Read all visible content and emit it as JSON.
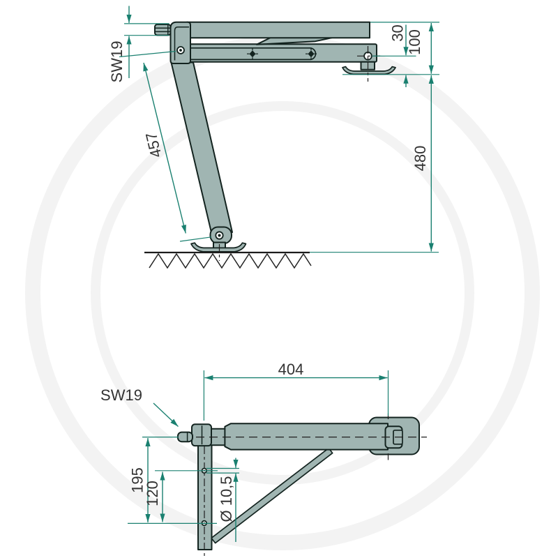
{
  "colors": {
    "background": "#ffffff",
    "part_fill": "#a0b5b2",
    "part_outline": "#13231f",
    "dimension": "#1a8070",
    "dim_text": "#333333",
    "centerline": "#1f1f1f",
    "watermark": "#f3f3f3"
  },
  "views": {
    "side_view": {
      "labels": {
        "wrench_size": "SW19",
        "leg_length": "457",
        "foot_offset": "30",
        "bracket_height": "100",
        "ground_clearance": "480"
      }
    },
    "plan_view": {
      "labels": {
        "beam_length": "404",
        "wrench_size": "SW19",
        "hole_offset": "195",
        "hole_spacing": "120",
        "hole_diameter": "Ø 10,5"
      }
    }
  }
}
